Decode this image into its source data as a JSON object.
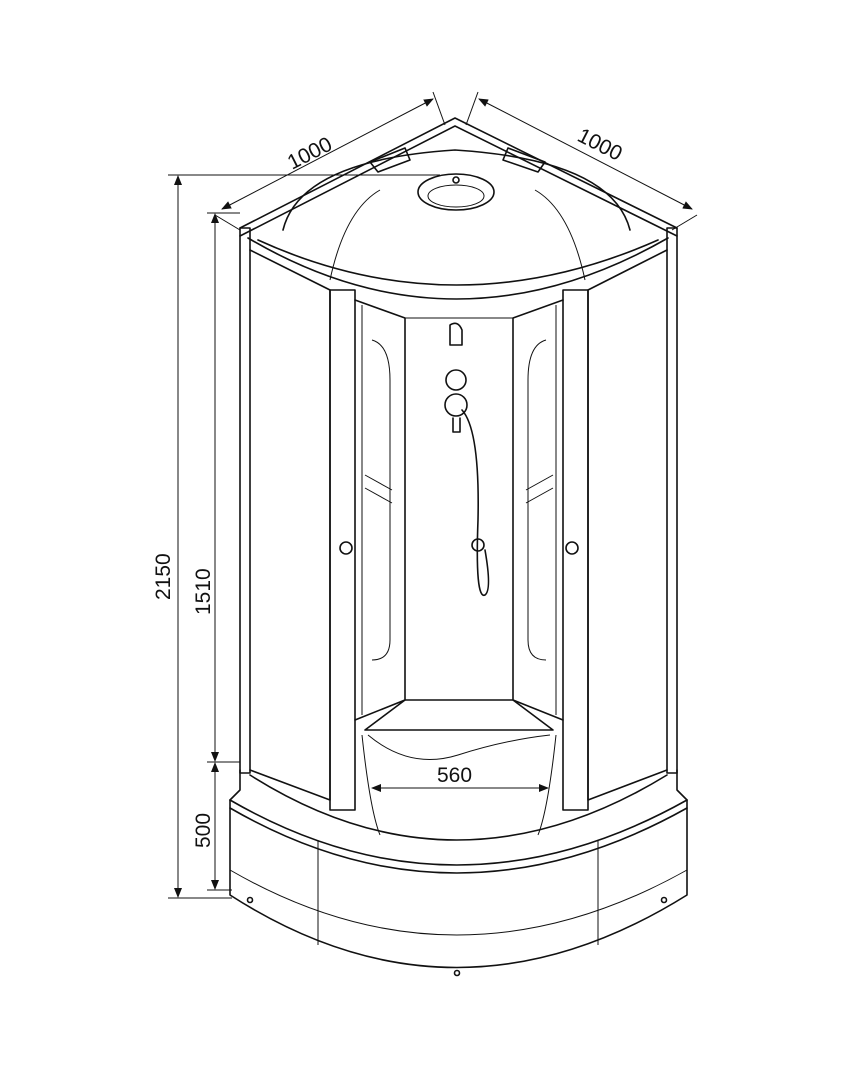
{
  "title": "Corner shower cabin dimensional drawing",
  "dimensions": {
    "width_left": "1000",
    "width_right": "1000",
    "total_height": "2150",
    "door_height": "1510",
    "tray_height": "500",
    "entrance_width": "560"
  },
  "colors": {
    "line": "#111111",
    "background": "#ffffff"
  }
}
